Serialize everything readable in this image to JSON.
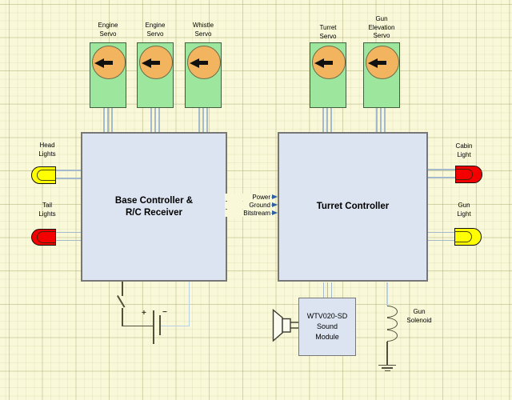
{
  "servos": {
    "items": [
      {
        "label": "Engine\nServo"
      },
      {
        "label": "Engine\nServo"
      },
      {
        "label": "Whistle\nServo"
      },
      {
        "label": "Turret\nServo"
      },
      {
        "label": "Gun\nElevation\nServo"
      }
    ]
  },
  "controllers": {
    "base_title": "Base Controller &\nR/C Receiver",
    "turret_title": "Turret Controller"
  },
  "bus": {
    "items": [
      {
        "label": "Power"
      },
      {
        "label": "Ground"
      },
      {
        "label": "Bitstream"
      }
    ]
  },
  "lights": {
    "head": {
      "label": "Head\nLights",
      "color": "#ffff00"
    },
    "tail": {
      "label": "Tail\nLights",
      "color": "#f40000"
    },
    "cabin": {
      "label": "Cabin\nLight",
      "color": "#f40000"
    },
    "gun": {
      "label": "Gun\nLight",
      "color": "#ffff00"
    }
  },
  "battery": {
    "plus": "+",
    "minus": "−"
  },
  "sound_module": {
    "label": "WTV020-SD\nSound\nModule"
  },
  "solenoid": {
    "label": "Gun\nSolenoid"
  },
  "colors": {
    "background": "#f9f9da",
    "box_fill": "#dce4f2",
    "box_border": "#777777",
    "servo_fill": "#9de69d",
    "servo_border": "#3f5f3f",
    "dial_fill": "#f2b45f",
    "wire_light": "#a4b9cc",
    "wire_dark": "#50503c",
    "arrow_blue": "#2e5fa3",
    "led_yellow": "#ffff00",
    "led_red": "#f40000"
  }
}
